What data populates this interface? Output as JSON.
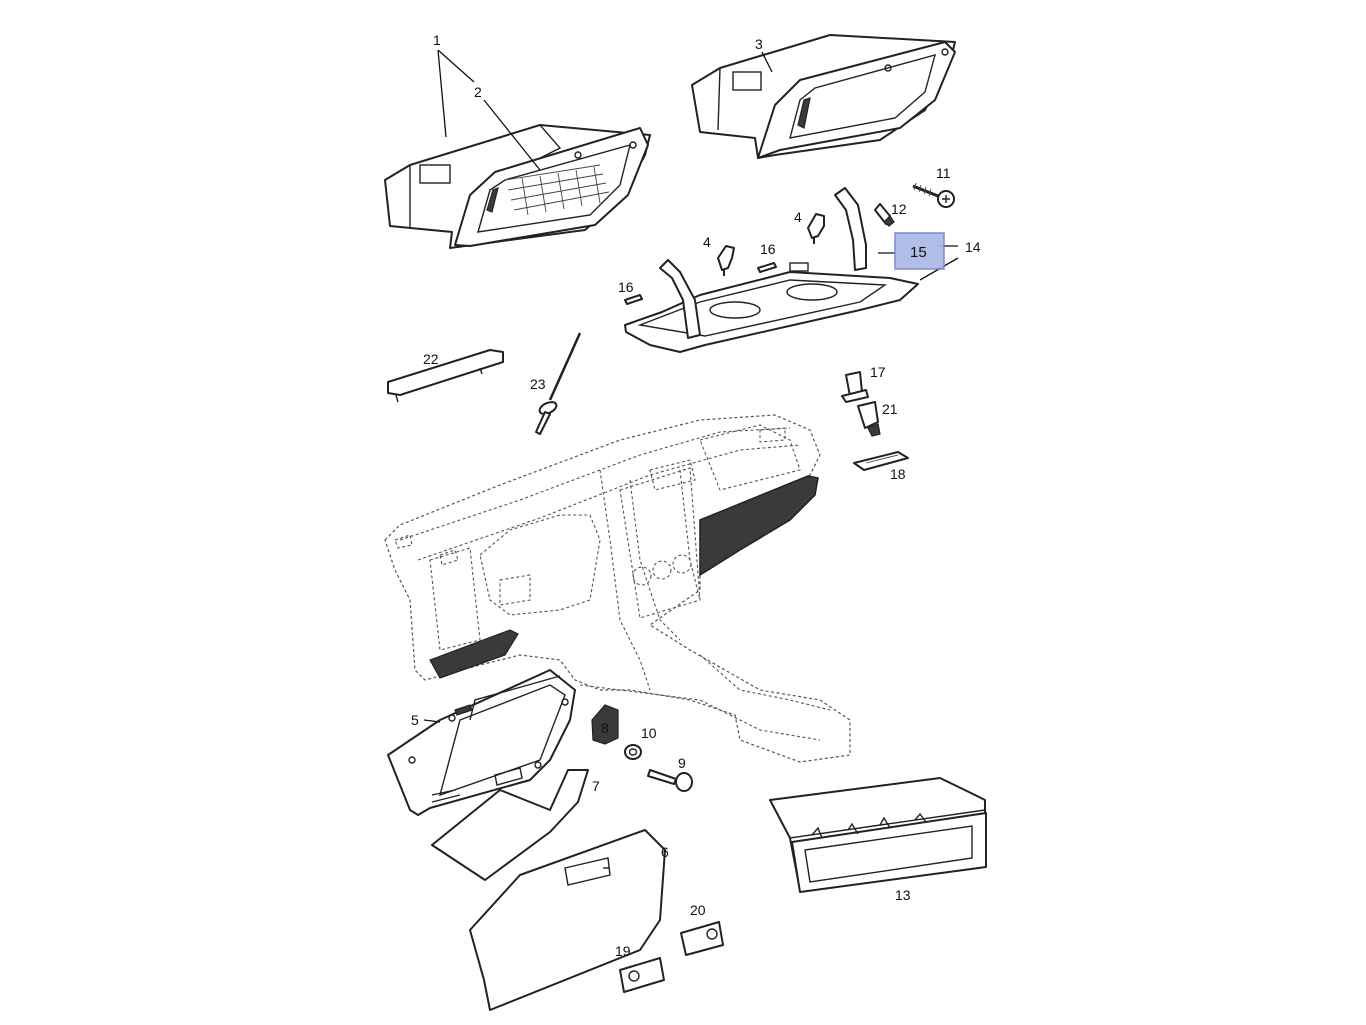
{
  "callouts": {
    "c1": "1",
    "c2": "2",
    "c3": "3",
    "c4a": "4",
    "c4b": "4",
    "c5": "5",
    "c6": "6",
    "c7": "7",
    "c8": "8",
    "c9": "9",
    "c10": "10",
    "c11": "11",
    "c12": "12",
    "c13": "13",
    "c14": "14",
    "c15": "15",
    "c16a": "16",
    "c16b": "16",
    "c17": "17",
    "c18": "18",
    "c19": "19",
    "c20": "20",
    "c21": "21",
    "c22": "22",
    "c23": "23"
  },
  "highlight": {
    "label": "15",
    "color": "#a9b7e6"
  }
}
